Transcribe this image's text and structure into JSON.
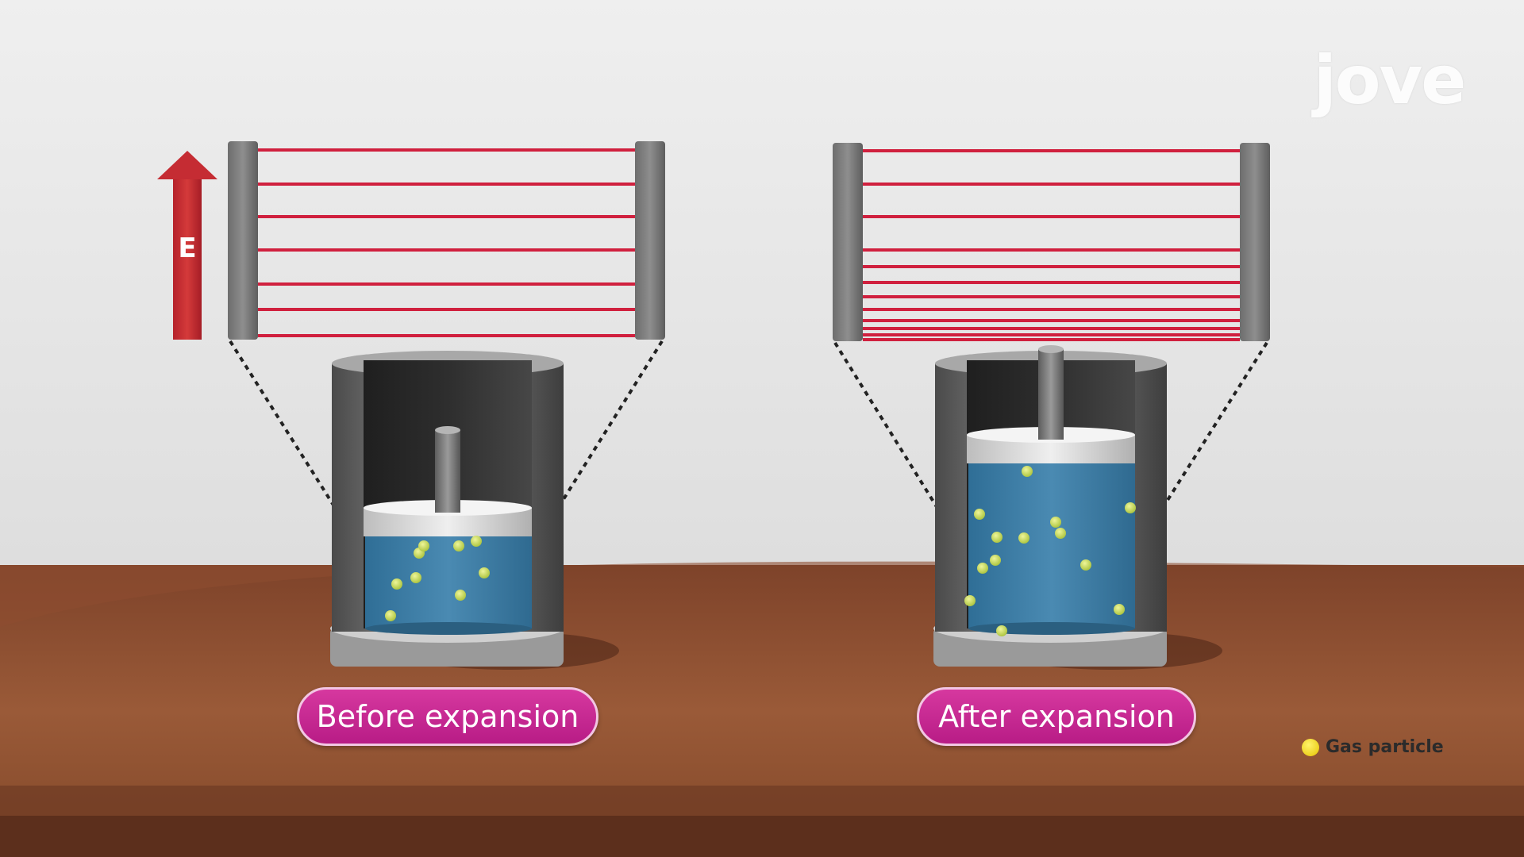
{
  "labels": {
    "before": "Before expansion",
    "after": "After expansion"
  },
  "energy_axis_label": "E",
  "legend": {
    "text": "Gas particle",
    "color": "#f2dd1c"
  },
  "logo_text": "jove",
  "energy_levels": {
    "before_count": 7,
    "after_count": 12,
    "line_color": "#d0203e"
  },
  "colors": {
    "wall": "#e6e6e6",
    "table": "#8a4a2e",
    "gas": "#3e7fa6",
    "particle": "#c8d64a",
    "pill": "#c42a92"
  }
}
